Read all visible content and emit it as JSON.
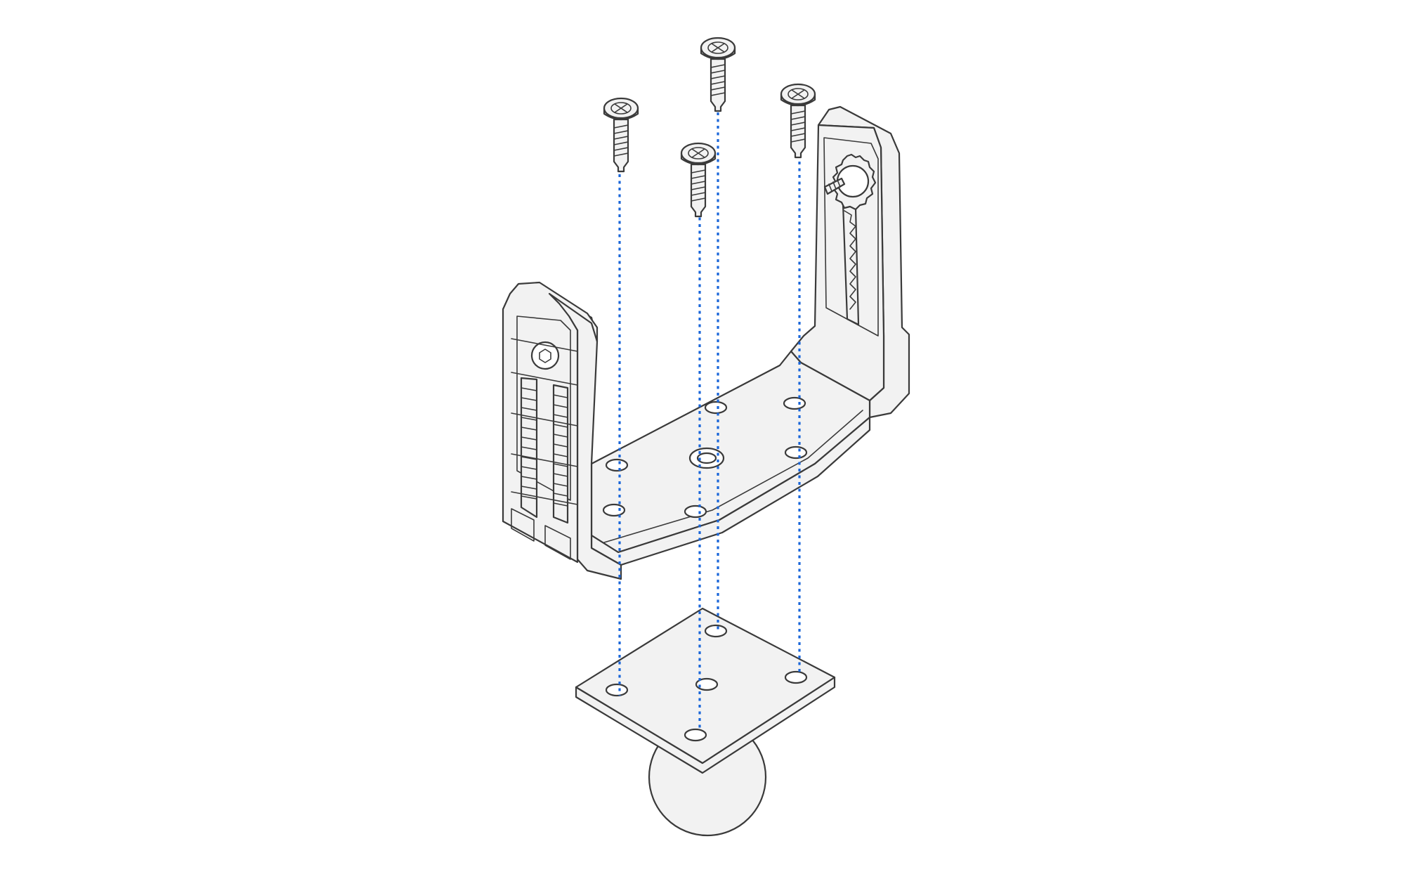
{
  "diagram": {
    "type": "exploded-assembly",
    "parts": [
      {
        "name": "screw",
        "count": 4,
        "icon": "screw-icon"
      },
      {
        "name": "mounting-bracket",
        "icon": "bracket-icon"
      },
      {
        "name": "tilt-knob",
        "icon": "knob-icon"
      },
      {
        "name": "hex-bolt",
        "icon": "hex-bolt-icon"
      },
      {
        "name": "base-plate",
        "icon": "plate-icon"
      },
      {
        "name": "ball-mount",
        "icon": "ball-icon"
      }
    ],
    "alignment_lines": 4
  },
  "colors": {
    "background": "#ffffff",
    "outline": "#3a3a3a",
    "part_fill": "#f2f2f2",
    "guide": "#1a66d9"
  }
}
